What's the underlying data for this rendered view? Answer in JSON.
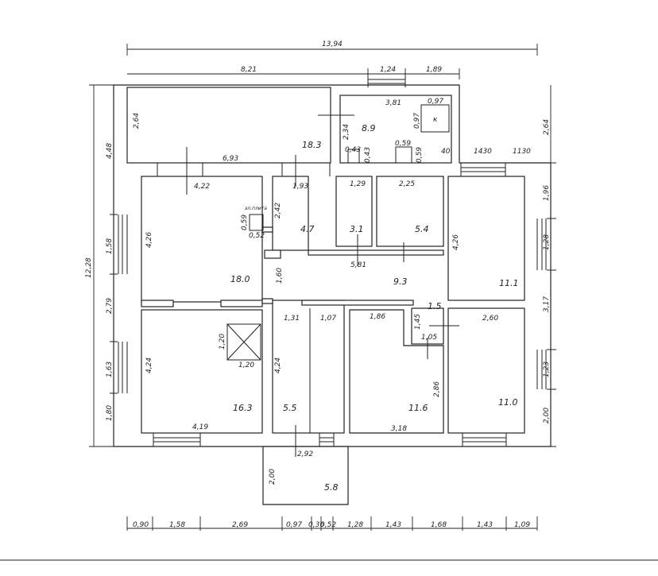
{
  "rooms": {
    "r1": "18.3",
    "r2": "8.9",
    "r3": "18.0",
    "r4": "4.7",
    "r5": "3.1",
    "r6": "5.4",
    "r7": "9.3",
    "r8": "11.1",
    "r9": "1.5",
    "r10": "16.3",
    "r11": "5.5",
    "r12": "11.6",
    "r13": "11.0",
    "r14": "5.8"
  },
  "top_dims": {
    "total": "13,94",
    "a": "8,21",
    "b": "1,24",
    "c": "1,89"
  },
  "left_dims": {
    "total": "12,28",
    "d1": "4,48",
    "d2": "1,58",
    "d3": "2,79",
    "d4": "1,63",
    "d5": "1,80"
  },
  "right_dims": {
    "d1": "2,64",
    "d2": "1,96",
    "d3": "1,28",
    "d4": "3,17",
    "d5": "1,23",
    "d6": "2,00"
  },
  "bottom_dims": [
    "0,90",
    "1,58",
    "2,69",
    "0,97",
    "0,36",
    "0,52",
    "1,28",
    "1,43",
    "1,68",
    "1,43",
    "1,09"
  ],
  "inner_dims": {
    "a": "2,64",
    "b": "6,93",
    "c": "2,34",
    "d": "3,81",
    "e": "0,97",
    "f": "0,97",
    "g": "0,43",
    "h": "0,43",
    "i": "0,59",
    "j": "0,59",
    "k": "40",
    "l": "1430",
    "m": "1130",
    "n": "4,22",
    "o": "1,93",
    "p": "1,29",
    "q": "2,25",
    "r": "4,26",
    "s": "2,42",
    "t": "0,59",
    "u": "0,52",
    "v": "4,26",
    "w": "1,60",
    "x": "5,81",
    "y": "1,31",
    "z": "1,07",
    "aa": "1,86",
    "ab": "1,45",
    "ac": "1,05",
    "ad": "2,60",
    "ae": "1,20",
    "af": "1,20",
    "ag": "4,24",
    "ah": "4,24",
    "ai": "2,86",
    "aj": "4,19",
    "ak": "3,18",
    "al": "2,92",
    "am": "2,00"
  },
  "labels": {
    "stove": "эл.плита",
    "kitchen_mark": "к"
  }
}
